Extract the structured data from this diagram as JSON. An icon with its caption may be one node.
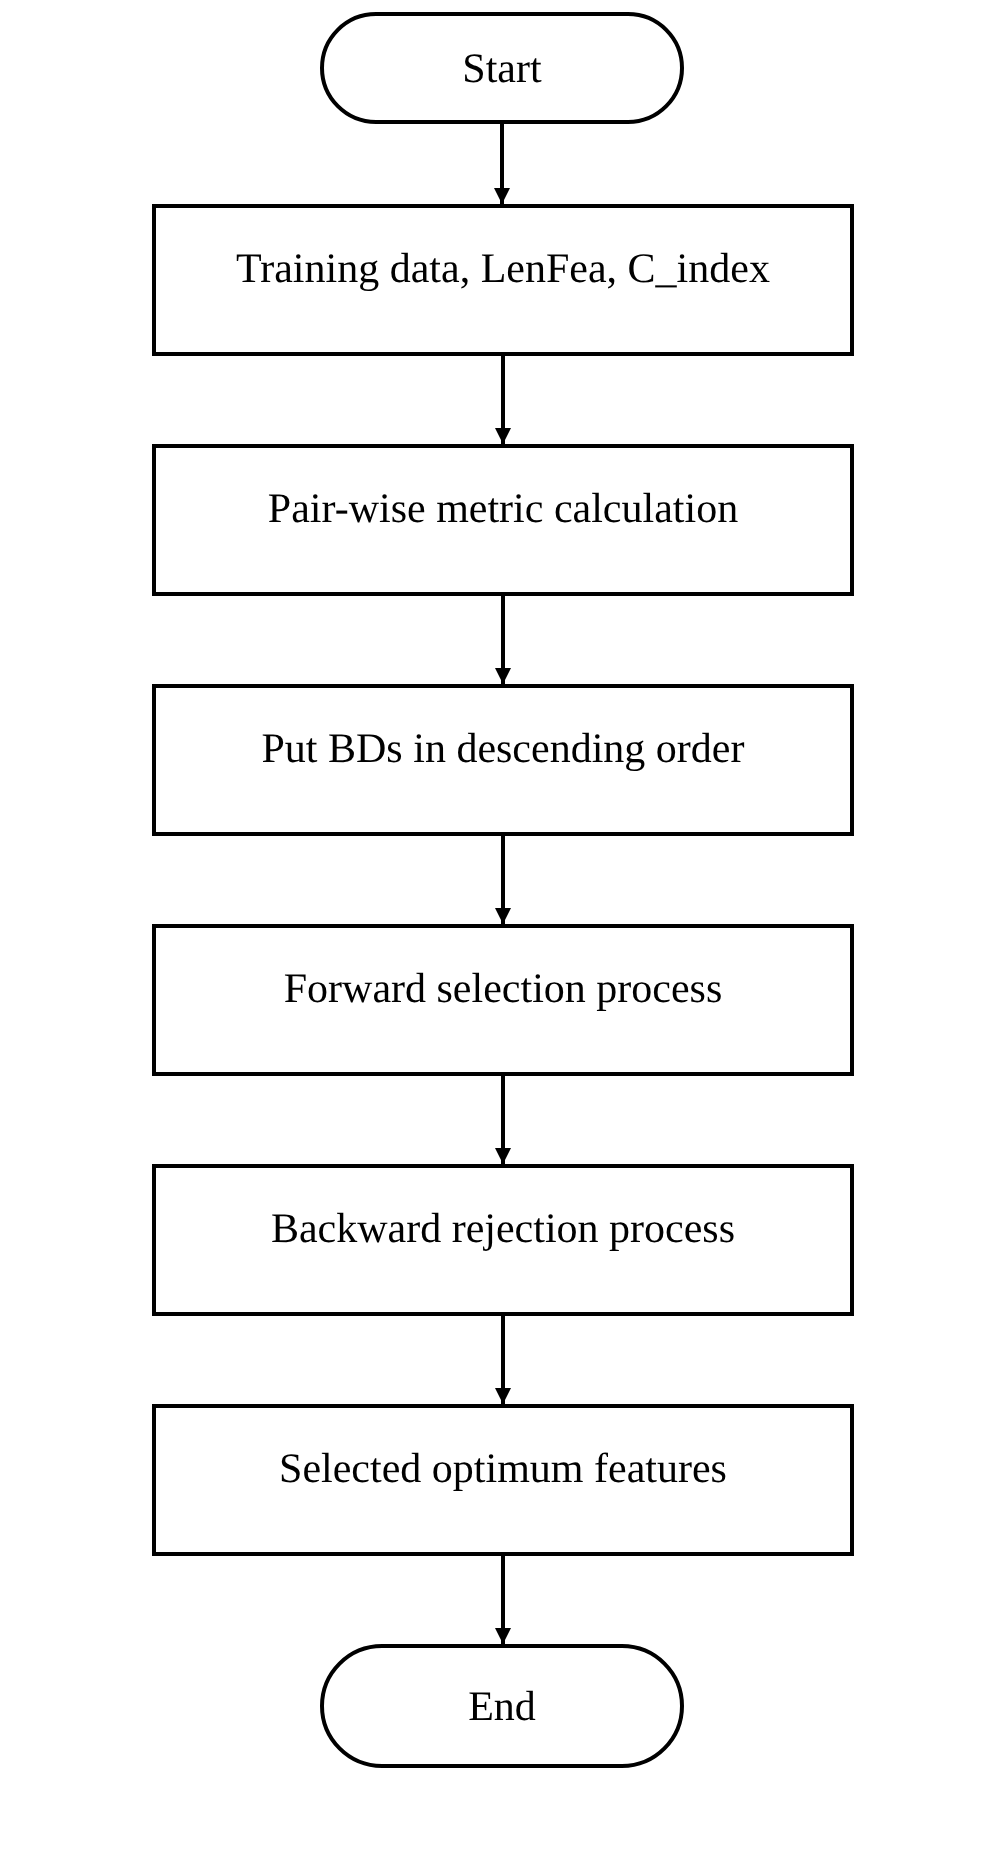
{
  "diagram": {
    "nodes": [
      {
        "text": [
          "Start"
        ]
      },
      {
        "text": [
          "Training data, LenFea, C_index"
        ]
      },
      {
        "text": [
          "Pair-wise metric calculation"
        ]
      },
      {
        "text": [
          "Put BDs in descending order"
        ]
      },
      {
        "text": [
          "Forward selection process"
        ]
      },
      {
        "text": [
          "Backward rejection process"
        ]
      },
      {
        "text": [
          "Selected optimum features"
        ]
      },
      {
        "text": [
          "End"
        ]
      }
    ],
    "edges": [
      {
        "from": 0,
        "to": 1,
        "arrow": "to"
      },
      {
        "from": 1,
        "to": 2,
        "arrow": "to"
      },
      {
        "from": 2,
        "to": 3,
        "arrow": "to"
      },
      {
        "from": 3,
        "to": 4,
        "arrow": "to"
      },
      {
        "from": 4,
        "to": 5,
        "arrow": "to"
      },
      {
        "from": 5,
        "to": 6,
        "arrow": "to"
      },
      {
        "from": 6,
        "to": 7,
        "arrow": "to"
      }
    ]
  }
}
